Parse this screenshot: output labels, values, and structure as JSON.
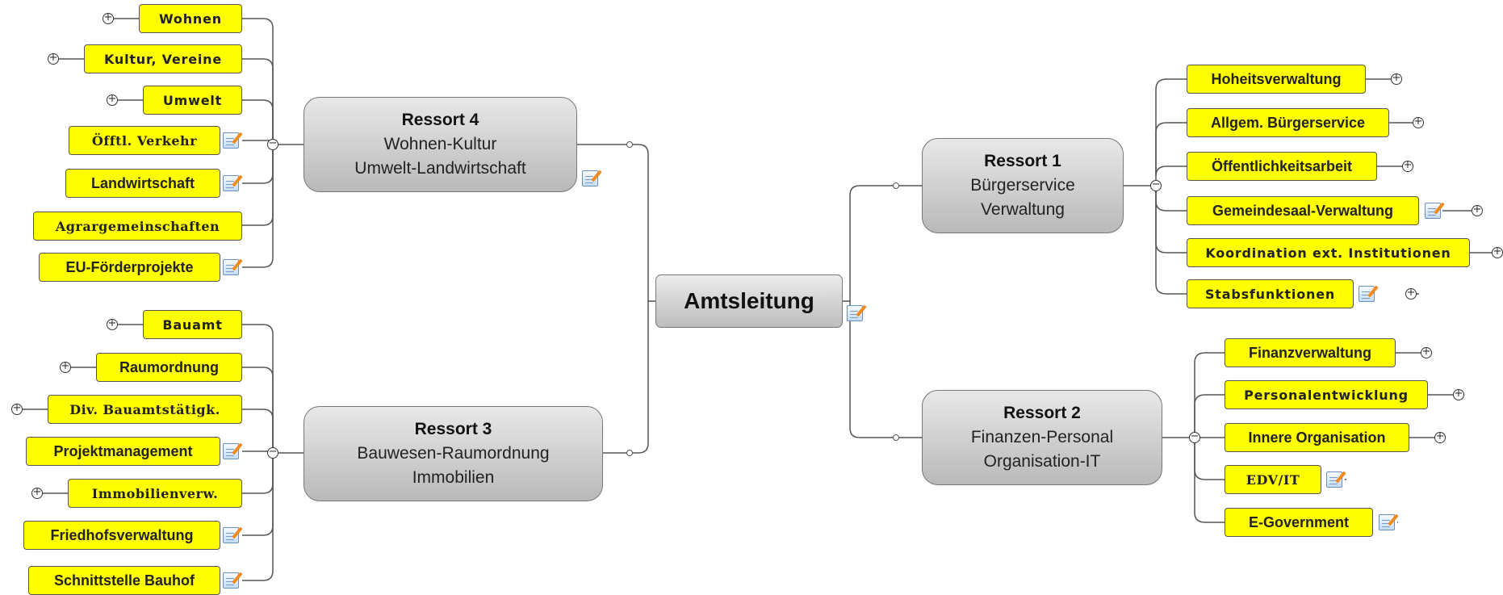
{
  "center": "Amtsleitung",
  "ressort1": {
    "title": "Ressort 1",
    "line1": "Bürgerservice",
    "line2": "Verwaltung",
    "items": [
      "Hoheitsverwaltung",
      "Allgem. Bürgerservice",
      "Öffentlichkeitsarbeit",
      "Gemeindesaal-Verwaltung",
      "Koordination ext. Institutionen",
      "Stabsfunktionen"
    ]
  },
  "ressort2": {
    "title": "Ressort 2",
    "line1": "Finanzen-Personal",
    "line2": "Organisation-IT",
    "items": [
      "Finanzverwaltung",
      "Personalentwicklung",
      "Innere Organisation",
      "EDV/IT",
      "E-Government"
    ]
  },
  "ressort3": {
    "title": "Ressort 3",
    "line1": "Bauwesen-Raumordnung",
    "line2": "Immobilien",
    "items": [
      "Bauamt",
      "Raumordnung",
      "Div. Bauamtstätigk.",
      "Projektmanagement",
      "Immobilienverw.",
      "Friedhofsverwaltung",
      "Schnittstelle Bauhof"
    ]
  },
  "ressort4": {
    "title": "Ressort 4",
    "line1": "Wohnen-Kultur",
    "line2": "Umwelt-Landwirtschaft",
    "items": [
      "Wohnen",
      "Kultur, Vereine",
      "Umwelt",
      "Öfftl. Verkehr",
      "Landwirtschaft",
      "Agrargemeinschaften",
      "EU-Förderprojekte"
    ]
  },
  "icons": {
    "note": "note-icon",
    "expand": "expand-plus-icon",
    "collapse": "collapse-minus-icon"
  },
  "colors": {
    "subtopic_fill": "#ffff00",
    "topic_fill": "#c9c9c9"
  }
}
